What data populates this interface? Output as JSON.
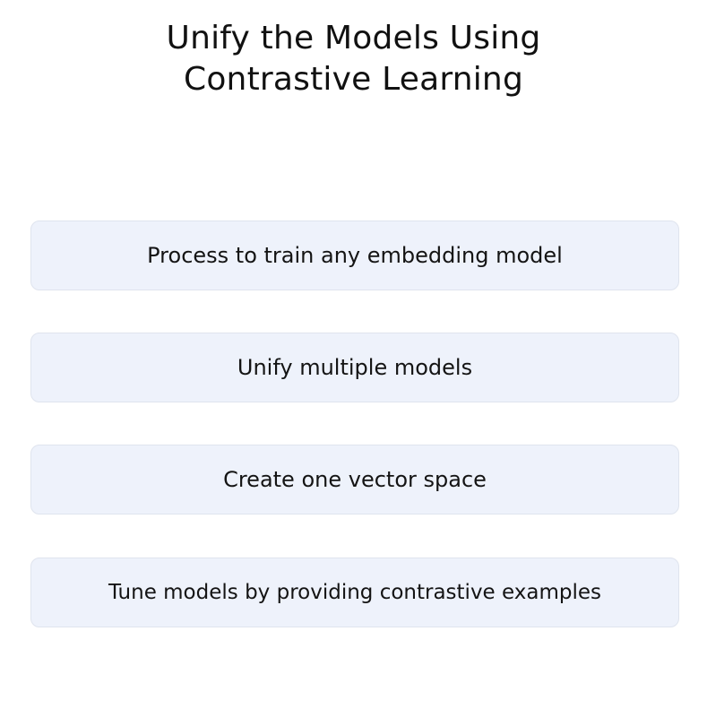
{
  "title": {
    "line1": "Unify the Models Using",
    "line2": "Contrastive Learning"
  },
  "items": [
    {
      "label": "Process to train any embedding model"
    },
    {
      "label": "Unify multiple models"
    },
    {
      "label": "Create one vector space"
    },
    {
      "label": "Tune models by providing contrastive examples"
    }
  ]
}
